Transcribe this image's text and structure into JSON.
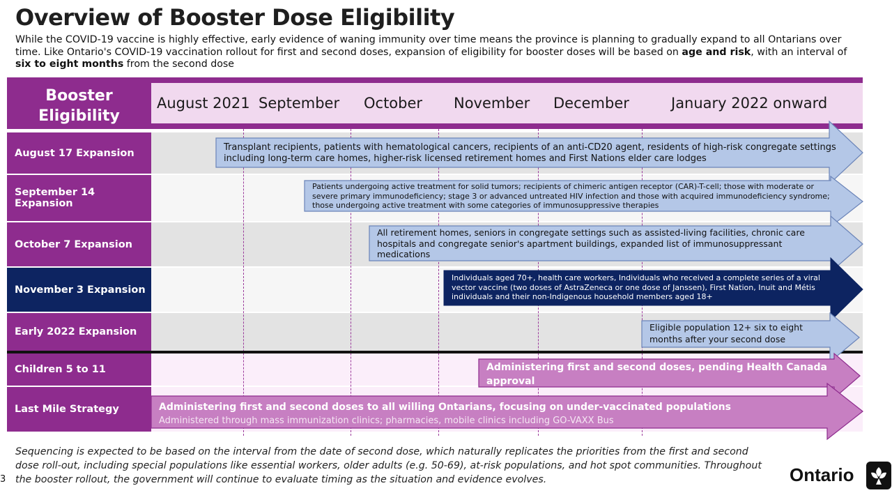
{
  "title": "Overview of Booster Dose Eligibility",
  "intro": {
    "part1": "While the COVID-19 vaccine is highly effective, early evidence of waning immunity over time means the province is planning to gradually expand to all Ontarians over time. Like Ontario's COVID-19 vaccination rollout for first and second doses, expansion of eligibility for booster doses will be based on ",
    "bold1": "age and risk",
    "part2": ", with an interval of ",
    "bold2": "six to eight months",
    "part3": " from the second dose"
  },
  "header": {
    "label_line1": "Booster",
    "label_line2": "Eligibility",
    "months": [
      "August 2021",
      "September",
      "October",
      "November",
      "December",
      "January 2022 onward"
    ]
  },
  "rows": [
    {
      "label": "August 17 Expansion",
      "text": "Transplant recipients, patients with hematological cancers, recipients of an anti-CD20 agent, residents of high-risk congregate settings including long-term care homes, higher-risk licensed retirement homes and First Nations elder care lodges"
    },
    {
      "label": "September 14 Expansion",
      "text": "Patients undergoing active treatment for solid tumors; recipients of chimeric antigen receptor (CAR)-T-cell; those with moderate or severe primary immunodeficiency; stage 3 or advanced untreated HIV infection and those with acquired immunodeficiency syndrome; those undergoing active treatment with some categories of immunosuppressive therapies"
    },
    {
      "label": "October 7 Expansion",
      "text": "All retirement homes, seniors in congregate settings such as assisted-living facilities, chronic care hospitals and congregate senior's apartment buildings, expanded list of immunosuppressant medications"
    },
    {
      "label": "November 3 Expansion",
      "text": "Individuals aged 70+, health care workers, Individuals who received a complete series of a viral vector vaccine (two doses of AstraZeneca or one dose of Janssen), First Nation, Inuit and Métis individuals and their non-Indigenous household members aged 18+"
    },
    {
      "label": "Early 2022 Expansion",
      "text": "Eligible population 12+ six to eight months after your second dose"
    },
    {
      "label": "Children 5 to 11",
      "text": "Administering first and second doses, pending Health Canada approval"
    },
    {
      "label": "Last Mile Strategy",
      "text": "Administering first and second doses to all willing Ontarians, focusing on under-vaccinated populations",
      "subtext": "Administered through mass immunization clinics; pharmacies, mobile clinics including GO-VAXX Bus"
    }
  ],
  "footer": "Sequencing is expected to be based on the interval from the date of second dose, which naturally replicates the priorities from the first and second dose roll-out, including special populations like essential workers, older adults (e.g. 50-69), at-risk populations, and hot spot communities. Throughout the booster rollout, the government will continue to evaluate timing as the situation and evidence evolves.",
  "page_number": "3",
  "brand": "Ontario",
  "colors": {
    "purple": "#8e2c8e",
    "navy": "#0d2461",
    "light_blue_arrow": "#b4c7e7",
    "dark_blue_arrow": "#0d2461",
    "pink_arrow": "#c77fc2",
    "header_pink": "#f1d9ef"
  }
}
